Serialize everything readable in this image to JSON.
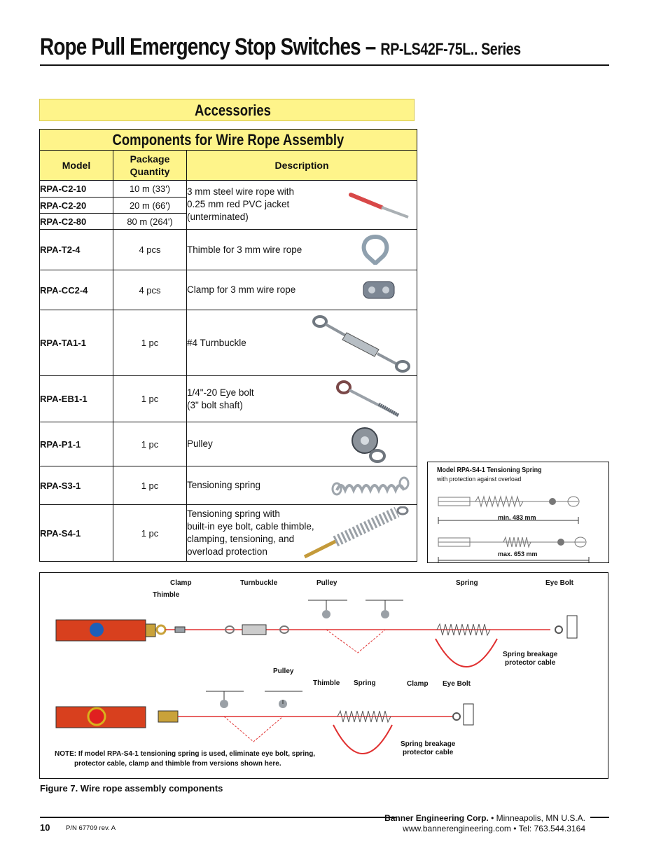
{
  "header": {
    "title_main": "Rope Pull Emergency Stop Switches – ",
    "title_series": "RP-LS42F-75L.. Series"
  },
  "section": {
    "accessories": "Accessories"
  },
  "table": {
    "title": "Components for Wire Rope Assembly",
    "columns": {
      "model": "Model",
      "qty_line1": "Package",
      "qty_line2": "Quantity",
      "description": "Description"
    },
    "rows": [
      {
        "model": "RPA-C2-10",
        "qty": "10 m (33')"
      },
      {
        "model": "RPA-C2-20",
        "qty": "20 m (66')"
      },
      {
        "model": "RPA-C2-80",
        "qty": "80 m (264')"
      },
      {
        "model": "RPA-T2-4",
        "qty": "4 pcs",
        "desc": "Thimble for 3 mm wire rope"
      },
      {
        "model": "RPA-CC2-4",
        "qty": "4 pcs",
        "desc": "Clamp for 3 mm wire rope"
      },
      {
        "model": "RPA-TA1-1",
        "qty": "1 pc",
        "desc": "#4 Turnbuckle"
      },
      {
        "model": "RPA-EB1-1",
        "qty": "1 pc",
        "desc_l1": "1/4\"-20 Eye bolt",
        "desc_l2": "(3\" bolt shaft)"
      },
      {
        "model": "RPA-P1-1",
        "qty": "1 pc",
        "desc": "Pulley"
      },
      {
        "model": "RPA-S3-1",
        "qty": "1 pc",
        "desc": "Tensioning spring"
      },
      {
        "model": "RPA-S4-1",
        "qty": "1 pc",
        "desc_l1": "Tensioning spring with",
        "desc_l2": "built-in eye bolt, cable thimble,",
        "desc_l3": "clamping, tensioning, and",
        "desc_l4": "overload protection"
      }
    ],
    "wire_desc": {
      "l1": "3 mm steel wire rope with",
      "l2": "0.25 mm red PVC jacket",
      "l3": "(unterminated)"
    }
  },
  "spring_detail": {
    "title": "Model RPA-S4-1 Tensioning Spring",
    "subtitle": "with protection against overload",
    "min": "min. 483 mm",
    "max": "max. 653 mm"
  },
  "figure": {
    "labels": {
      "clamp": "Clamp",
      "thimble": "Thimble",
      "turnbuckle": "Turnbuckle",
      "pulley": "Pulley",
      "spring": "Spring",
      "eye_bolt": "Eye Bolt",
      "breakage_l1": "Spring breakage",
      "breakage_l2": "protector cable"
    },
    "note_l1": "NOTE: If model RPA-S4-1 tensioning spring is used, eliminate eye bolt, spring,",
    "note_l2": "protector cable, clamp and thimble from versions shown here.",
    "caption": "Figure 7. Wire rope assembly components"
  },
  "footer": {
    "page": "10",
    "part_number": "P/N 67709 rev. A",
    "company": "Banner Engineering Corp.",
    "location": " • Minneapolis, MN U.S.A.",
    "web": "www.bannerengineering.com  •  Tel: 763.544.3164"
  },
  "colors": {
    "highlight": "#fef48a",
    "rope_red": "#e03030",
    "switch_red": "#d8401e"
  }
}
